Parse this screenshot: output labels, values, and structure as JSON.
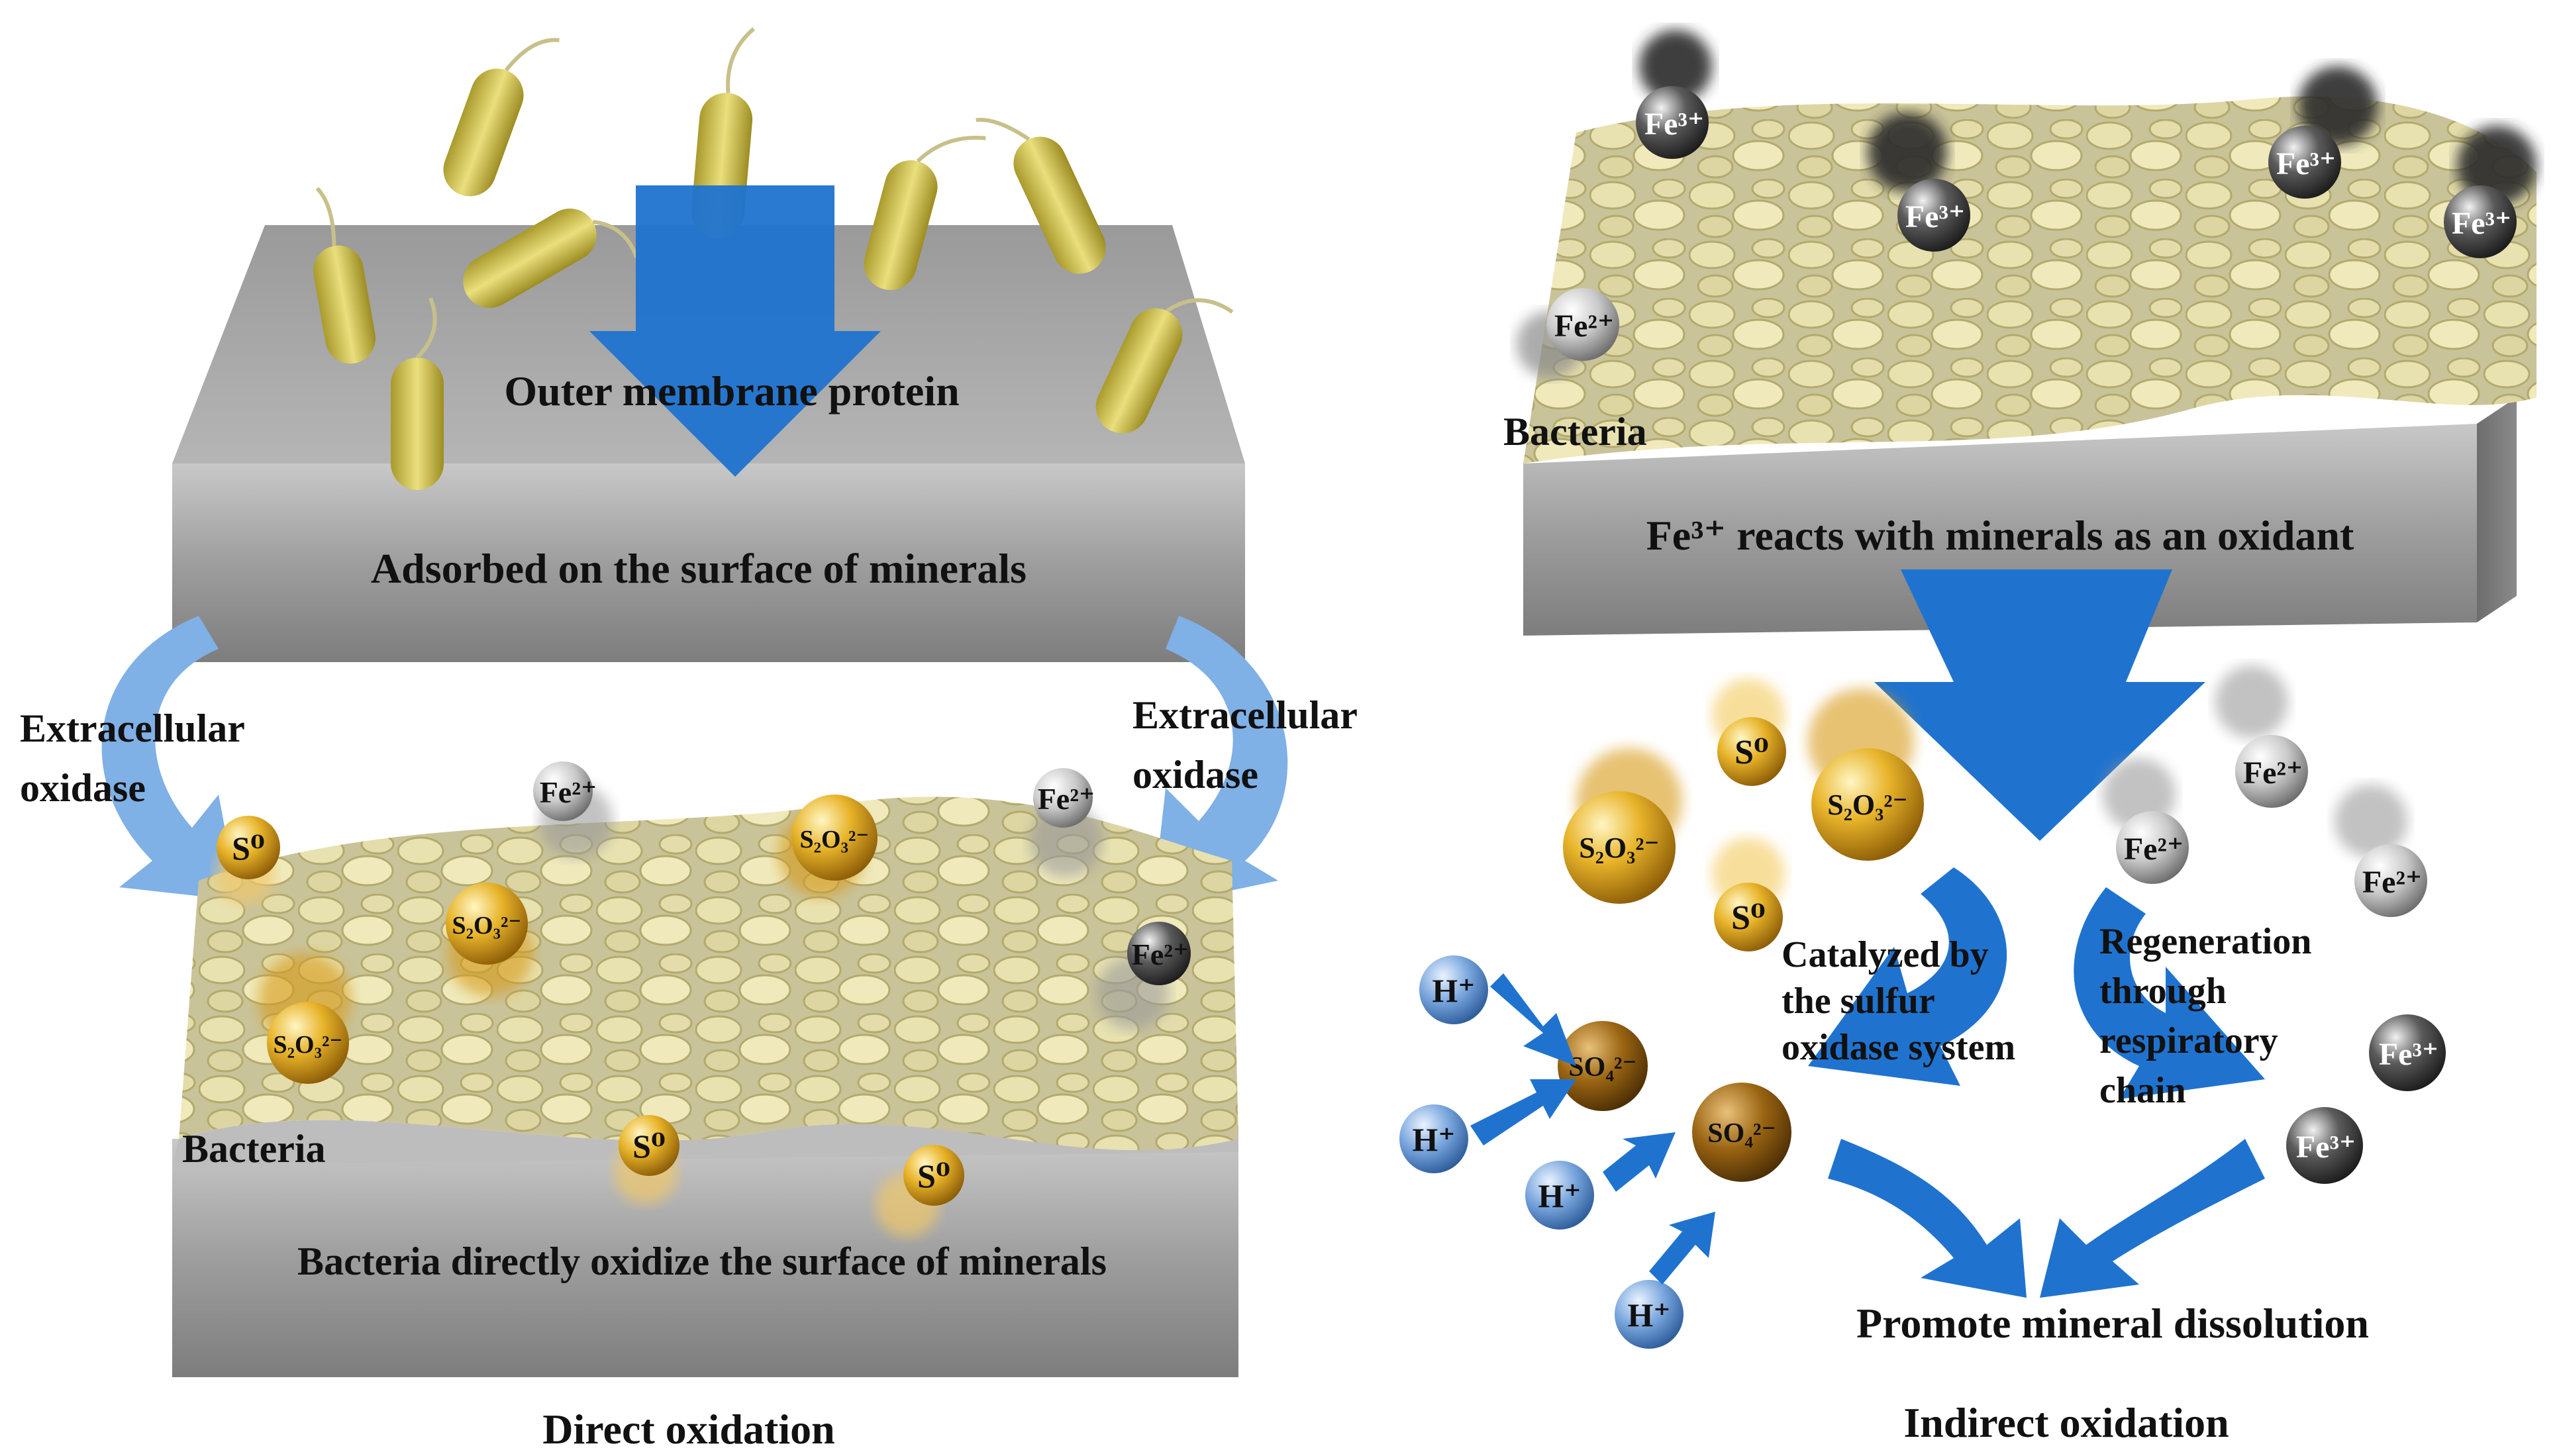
{
  "left_panel": {
    "top_label": "Outer membrane protein",
    "top_block_label": "Adsorbed on the surface of minerals",
    "left_arrow_label": [
      "Extracellular",
      "oxidase"
    ],
    "right_arrow_label": [
      "Extracellular",
      "oxidase"
    ],
    "bacteria_label": "Bacteria",
    "bottom_block_label": "Bacteria directly oxidize the surface of minerals",
    "caption": "Direct oxidation",
    "ions": {
      "s0": "S⁰",
      "fe2": "Fe²⁺",
      "s2o3": "S₂O₃²⁻"
    }
  },
  "right_panel": {
    "block_label": "Fe³⁺ reacts with minerals as an oxidant",
    "bacteria_label": "Bacteria",
    "sulfur_label": [
      "Catalyzed by",
      "the sulfur",
      "oxidase system"
    ],
    "regen_label": [
      "Regeneration",
      "through",
      "respiratory",
      "chain"
    ],
    "result_label": "Promote mineral dissolution",
    "caption": "Indirect oxidation",
    "ions": {
      "fe3": "Fe³⁺",
      "fe2": "Fe²⁺",
      "s0": "S⁰",
      "s2o3": "S₂O₃²⁻",
      "so4": "SO₄²⁻",
      "h": "H⁺"
    }
  },
  "colors": {
    "arrow_blue": "#1f73cf",
    "light_arrow": "#7fb0e6",
    "mineral_gray": "#8e8e8e",
    "bacteria_yellow": "#d9cf86",
    "gold_ion": "#c98a0c",
    "brown_ion": "#8a5a10",
    "h_ion": "#6f9ed9",
    "fe3_ion": "#3a3a3a",
    "fe2_ion": "#bdbdbd"
  }
}
